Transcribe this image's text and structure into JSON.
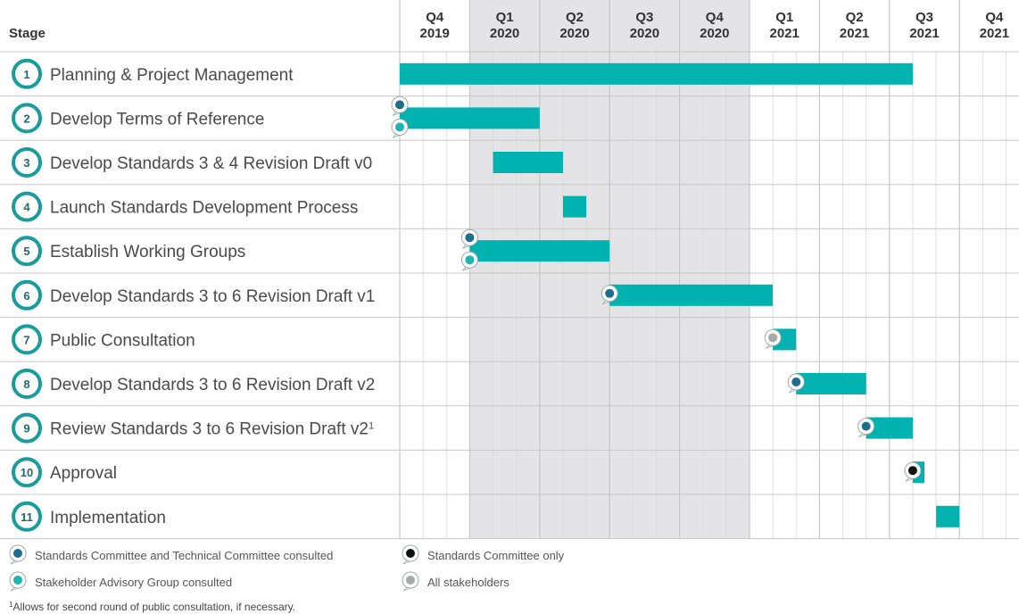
{
  "chart_data": {
    "type": "gantt",
    "stage_header": "Stage",
    "quarters": [
      [
        "Q4",
        "2019"
      ],
      [
        "Q1",
        "2020"
      ],
      [
        "Q2",
        "2020"
      ],
      [
        "Q3",
        "2020"
      ],
      [
        "Q4",
        "2020"
      ],
      [
        "Q1",
        "2021"
      ],
      [
        "Q2",
        "2021"
      ],
      [
        "Q3",
        "2021"
      ],
      [
        "Q4",
        "2021"
      ]
    ],
    "shaded_quarters": [
      "Q1 2020",
      "Q2 2020",
      "Q3 2020",
      "Q4 2020"
    ],
    "time_unit": "months from start of Q4 2019",
    "stages": [
      {
        "num": "1",
        "label": "Planning & Project Management",
        "start": 0.0,
        "end": 22.0,
        "markers": []
      },
      {
        "num": "2",
        "label": "Develop Terms of Reference",
        "start": 0.0,
        "end": 6.0,
        "markers": [
          {
            "type": "committee",
            "at": 0.0,
            "pos": "top"
          },
          {
            "type": "stakeholder",
            "at": 0.0,
            "pos": "bottom"
          }
        ]
      },
      {
        "num": "3",
        "label": "Develop Standards 3 & 4 Revision Draft v0",
        "start": 4.0,
        "end": 7.0,
        "markers": []
      },
      {
        "num": "4",
        "label": "Launch Standards Development Process",
        "start": 7.0,
        "end": 8.0,
        "markers": []
      },
      {
        "num": "5",
        "label": "Establish Working Groups",
        "start": 3.0,
        "end": 9.0,
        "markers": [
          {
            "type": "committee",
            "at": 3.0,
            "pos": "top"
          },
          {
            "type": "stakeholder",
            "at": 3.0,
            "pos": "bottom"
          }
        ]
      },
      {
        "num": "6",
        "label": "Develop Standards 3 to 6 Revision Draft v1",
        "start": 9.0,
        "end": 16.0,
        "markers": [
          {
            "type": "committee",
            "at": 9.0,
            "pos": "mid"
          }
        ]
      },
      {
        "num": "7",
        "label": "Public Consultation",
        "start": 16.0,
        "end": 17.0,
        "markers": [
          {
            "type": "all",
            "at": 16.0,
            "pos": "mid"
          }
        ]
      },
      {
        "num": "8",
        "label": "Develop Standards 3 to 6 Revision Draft v2",
        "start": 17.0,
        "end": 20.0,
        "markers": [
          {
            "type": "committee",
            "at": 17.0,
            "pos": "mid"
          }
        ]
      },
      {
        "num": "9",
        "label": "Review Standards 3 to 6 Revision Draft v2",
        "sup": "1",
        "start": 20.0,
        "end": 22.0,
        "markers": [
          {
            "type": "committee",
            "at": 20.0,
            "pos": "mid"
          }
        ]
      },
      {
        "num": "10",
        "label": "Approval",
        "start": 22.0,
        "end": 22.5,
        "markers": [
          {
            "type": "sc_only",
            "at": 22.0,
            "pos": "mid"
          }
        ]
      },
      {
        "num": "11",
        "label": "Implementation",
        "start": 23.0,
        "end": 24.0,
        "markers": []
      }
    ],
    "legend": [
      {
        "type": "committee",
        "label": "Standards Committee and Technical Committee consulted"
      },
      {
        "type": "stakeholder",
        "label": "Stakeholder Advisory Group consulted"
      },
      {
        "type": "sc_only",
        "label": "Standards Committee only"
      },
      {
        "type": "all",
        "label": "All stakeholders"
      }
    ],
    "footnote_mark": "1",
    "footnote": "Allows for second round of public consultation, if necessary."
  },
  "colors": {
    "bar": "#00b2b0",
    "circle": "#1a9c9c",
    "shade": "#e4e4e6",
    "committee": "#1f6e8c",
    "stakeholder": "#1cb5b3",
    "sc_only": "#111111",
    "all": "#a8a8a8"
  }
}
